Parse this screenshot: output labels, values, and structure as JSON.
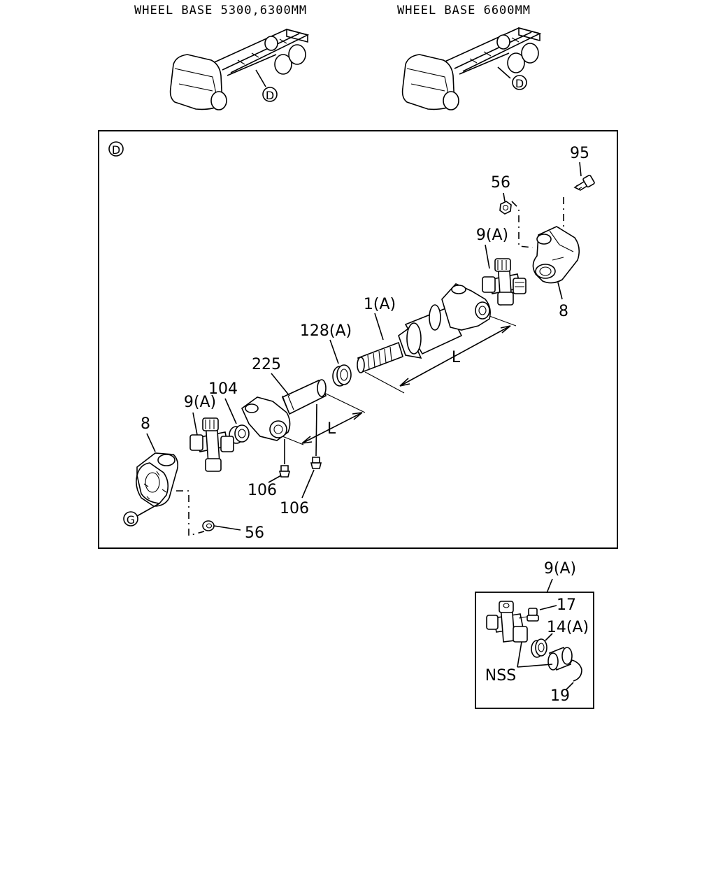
{
  "headers": {
    "left": "WHEEL BASE 5300,6300MM",
    "right": "WHEEL BASE 6600MM"
  },
  "callouts": {
    "truck_left_ref": "D",
    "truck_right_ref": "D",
    "detail_ref": "D",
    "ref_g": "G"
  },
  "labels": {
    "p95": "95",
    "p56_top": "56",
    "p9a_right": "9(A)",
    "p8_right": "8",
    "p1a": "1(A)",
    "p128a": "128(A)",
    "dim_L_long": "L",
    "p225": "225",
    "p104": "104",
    "p9a_left": "9(A)",
    "p8_left": "8",
    "dim_L_short": "L",
    "p106_a": "106",
    "p106_b": "106",
    "p56_bottom": "56"
  },
  "inset": {
    "title": "9(A)",
    "p17": "17",
    "p14a": "14(A)",
    "nss": "NSS",
    "p19": "19"
  }
}
